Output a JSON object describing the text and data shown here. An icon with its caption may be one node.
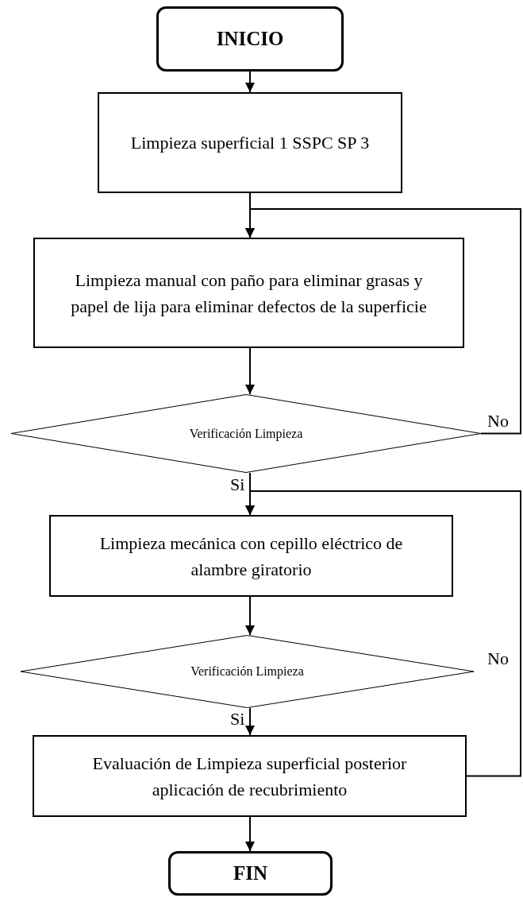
{
  "diagram": {
    "nodes": [
      {
        "text": [
          "INICIO"
        ]
      },
      {
        "text": [
          "Limpieza superficial 1 SSPC SP 3"
        ]
      },
      {
        "text": [
          "Limpieza manual con paño para eliminar grasas y papel de lija para eliminar defectos de la superficie"
        ]
      },
      {
        "text": [
          "Verificación Limpieza"
        ]
      },
      {
        "text": [
          "Limpieza mecánica con cepillo eléctrico de alambre giratorio"
        ]
      },
      {
        "text": [
          "Verificación Limpieza"
        ]
      },
      {
        "text": [
          "Evaluación de Limpieza superficial posterior aplicación de recubrimiento"
        ]
      },
      {
        "text": [
          "FIN"
        ]
      }
    ],
    "edges": [
      {
        "from": 0,
        "to": 1,
        "arrow": "to"
      },
      {
        "from": 1,
        "to": 2,
        "arrow": "to"
      },
      {
        "from": 2,
        "to": 3,
        "arrow": "to"
      },
      {
        "from": 3,
        "to": 4,
        "arrow": "to",
        "label": "Si"
      },
      {
        "from": 3,
        "to": 2,
        "arrow": "to",
        "label": "No"
      },
      {
        "from": 4,
        "to": 5,
        "arrow": "to"
      },
      {
        "from": 5,
        "to": 6,
        "arrow": "to",
        "label": "Si"
      },
      {
        "from": 6,
        "to": 4,
        "arrow": "to",
        "label": "No"
      },
      {
        "from": 6,
        "to": 7,
        "arrow": "to"
      }
    ]
  }
}
